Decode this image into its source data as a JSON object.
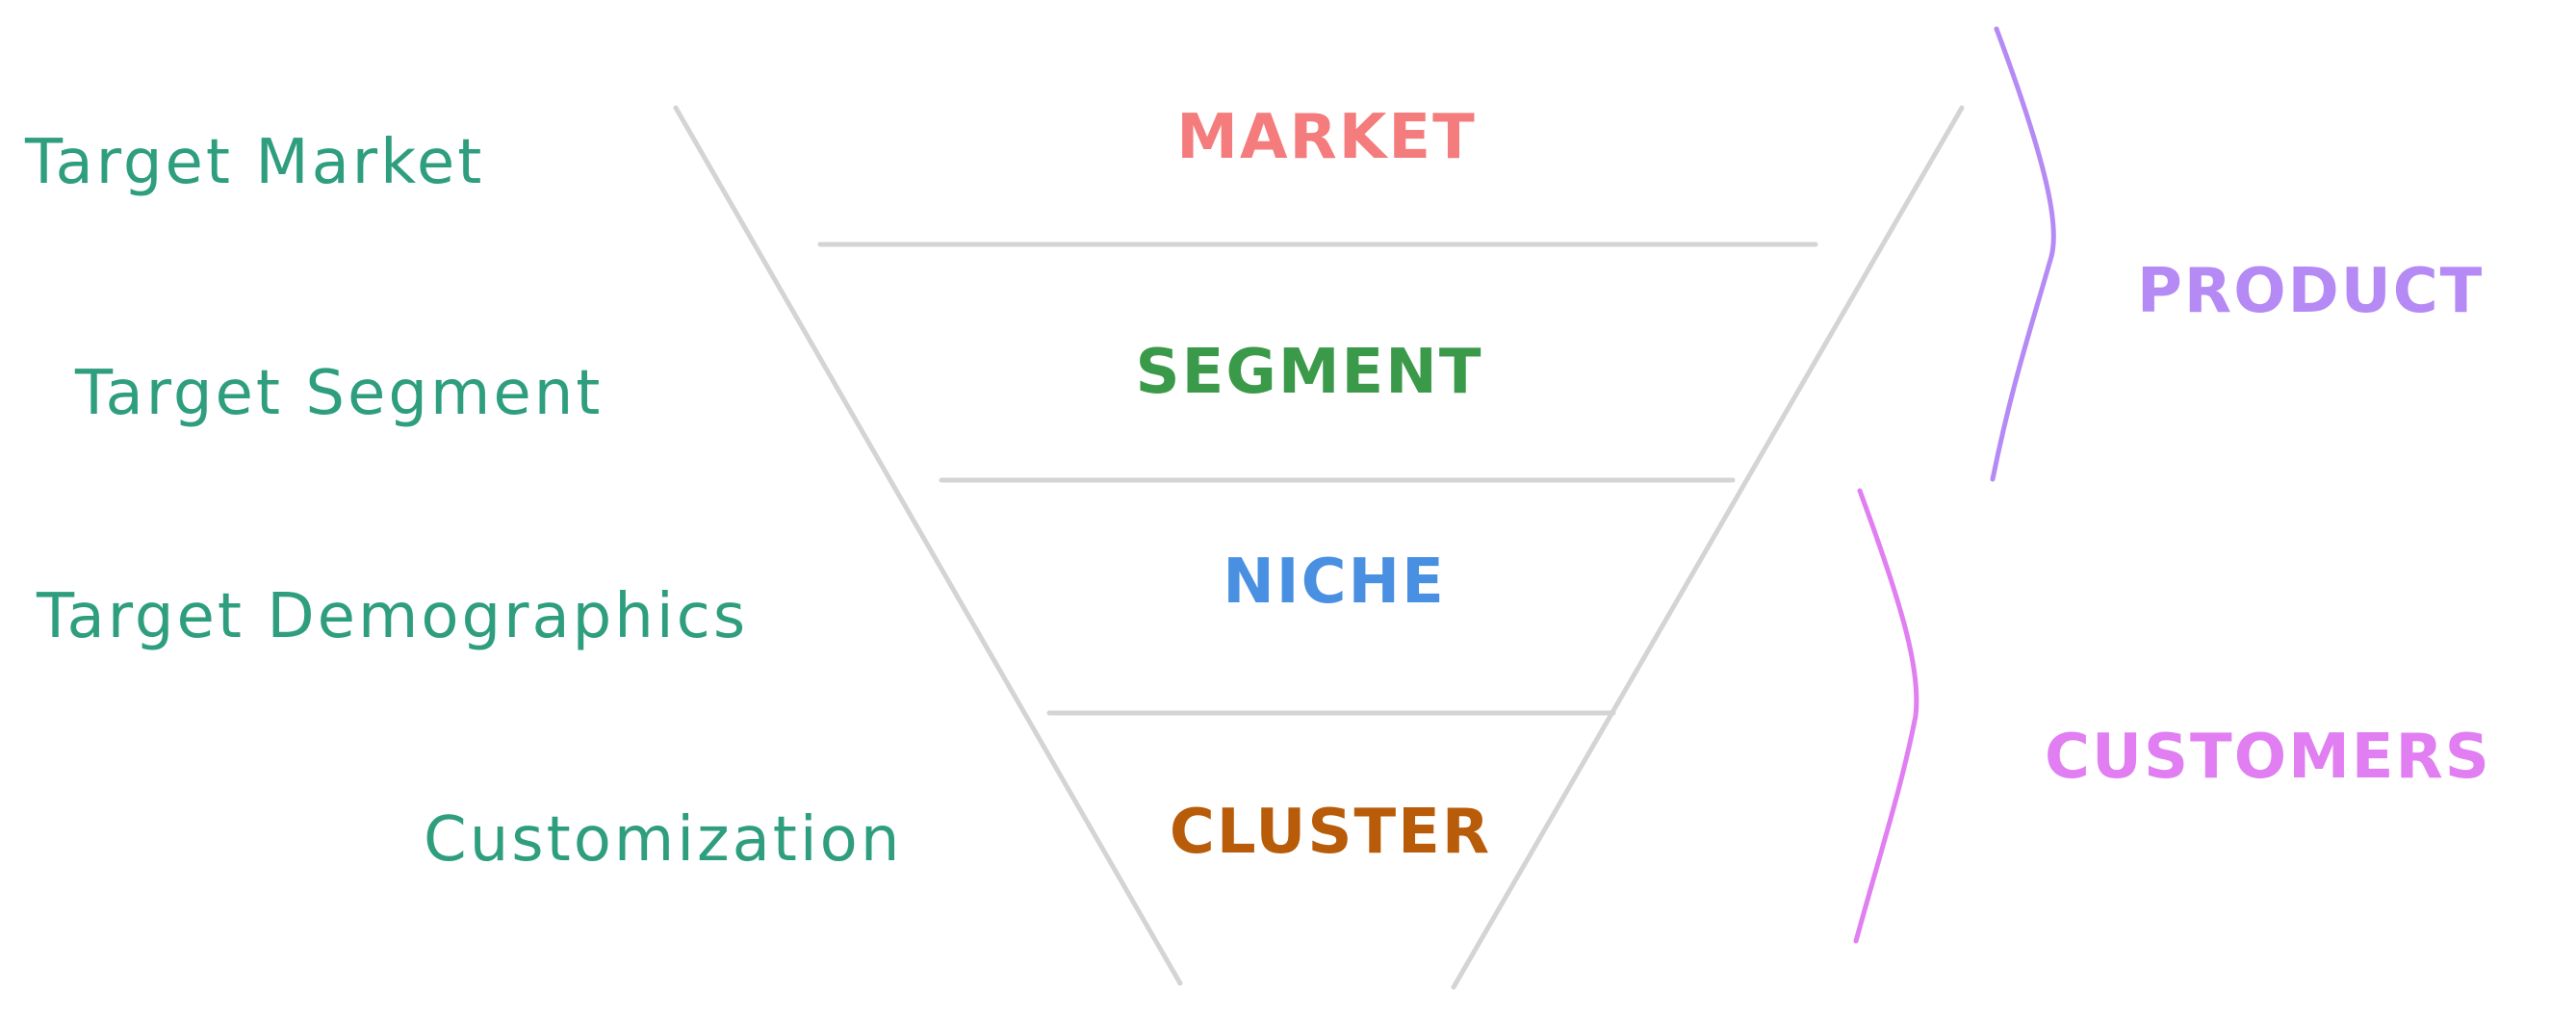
{
  "left_labels": [
    {
      "text": "Target Market",
      "color": "#2e9e7e"
    },
    {
      "text": "Target Segment",
      "color": "#2e9e7e"
    },
    {
      "text": "Target Demographics",
      "color": "#2e9e7e"
    },
    {
      "text": "Customization",
      "color": "#2e9e7e"
    }
  ],
  "tiers": [
    {
      "text": "MARKET",
      "color": "#f47c7c"
    },
    {
      "text": "SEGMENT",
      "color": "#3b9a4a"
    },
    {
      "text": "NICHE",
      "color": "#4a90e2"
    },
    {
      "text": "CLUSTER",
      "color": "#b85c0a"
    }
  ],
  "groups": [
    {
      "text": "PRODUCT",
      "color": "#b58af5"
    },
    {
      "text": "CUSTOMERS",
      "color": "#e07ef2"
    }
  ],
  "line_color": "#d4d4d4"
}
